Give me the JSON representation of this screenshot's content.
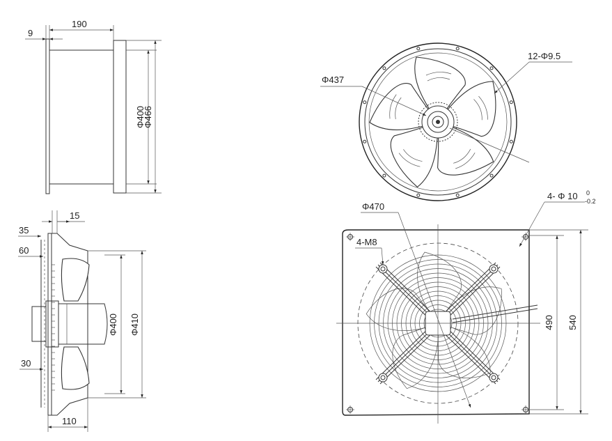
{
  "views": {
    "side_top": {
      "dim_flange": "9",
      "dim_depth": "190",
      "dim_inner": "Φ400",
      "dim_outer": "Φ466"
    },
    "front_top": {
      "dim_holes": "12-Φ9.5",
      "dim_circle": "Φ437"
    },
    "side_bottom": {
      "dim_15": "15",
      "dim_35": "35",
      "dim_60": "60",
      "dim_30": "30",
      "dim_110": "110",
      "dim_d400": "Φ400",
      "dim_d410": "Φ410"
    },
    "front_bottom": {
      "dim_circle": "Φ470",
      "dim_mount": "4-M8",
      "dim_corner_holes": "4- Φ 10",
      "tol_upper": "0",
      "tol_lower": "-0.2",
      "dim_490": "490",
      "dim_540": "540"
    }
  }
}
